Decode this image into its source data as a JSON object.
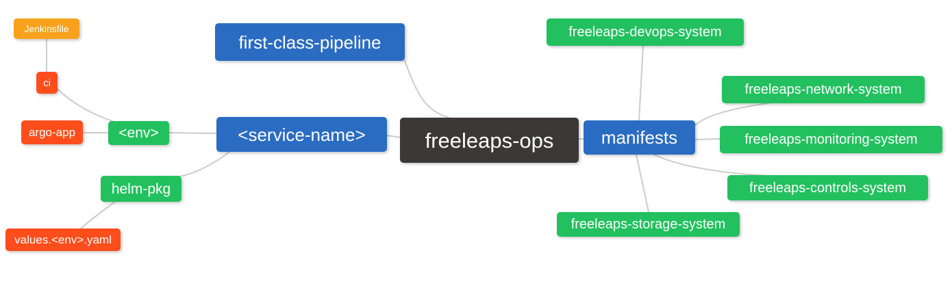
{
  "diagram": {
    "type": "mindmap",
    "title": "freeleaps-ops repository structure mind map",
    "colors": {
      "root_bg": "#3B3838",
      "branch_bg": "#2B6CC3",
      "leaf_green_bg": "#22C05E",
      "leaf_red_bg": "#FF4D1C",
      "leaf_orange_bg": "#F9A11C",
      "edge": "#CCCCCC",
      "text": "#FFFFFF",
      "background": "#FFFFFF"
    },
    "nodes": {
      "root": {
        "label": "freeleaps-ops",
        "color": "#3B3838"
      },
      "fcp": {
        "label": "first-class-pipeline",
        "color": "#2B6CC3"
      },
      "service": {
        "label": "<service-name>",
        "color": "#2B6CC3"
      },
      "manifests": {
        "label": "manifests",
        "color": "#2B6CC3"
      },
      "env": {
        "label": "<env>",
        "color": "#22C05E"
      },
      "helm_pkg": {
        "label": "helm-pkg",
        "color": "#22C05E"
      },
      "ci": {
        "label": "ci",
        "color": "#FF4D1C"
      },
      "argo_app": {
        "label": "argo-app",
        "color": "#FF4D1C"
      },
      "jenkinsfile": {
        "label": "Jenkinsfile",
        "color": "#F9A11C"
      },
      "values": {
        "label": "values.<env>.yaml",
        "color": "#FF4D1C"
      },
      "devops": {
        "label": "freeleaps-devops-system",
        "color": "#22C05E"
      },
      "network": {
        "label": "freeleaps-network-system",
        "color": "#22C05E"
      },
      "monitoring": {
        "label": "freeleaps-monitoring-system",
        "color": "#22C05E"
      },
      "controls": {
        "label": "freeleaps-controls-system",
        "color": "#22C05E"
      },
      "storage": {
        "label": "freeleaps-storage-system",
        "color": "#22C05E"
      }
    },
    "edges": [
      {
        "from": "freeleaps-ops",
        "to": "first-class-pipeline"
      },
      {
        "from": "freeleaps-ops",
        "to": "<service-name>"
      },
      {
        "from": "freeleaps-ops",
        "to": "manifests"
      },
      {
        "from": "<service-name>",
        "to": "<env>"
      },
      {
        "from": "<service-name>",
        "to": "helm-pkg"
      },
      {
        "from": "<env>",
        "to": "ci"
      },
      {
        "from": "<env>",
        "to": "argo-app"
      },
      {
        "from": "ci",
        "to": "Jenkinsfile"
      },
      {
        "from": "helm-pkg",
        "to": "values.<env>.yaml"
      },
      {
        "from": "manifests",
        "to": "freeleaps-devops-system"
      },
      {
        "from": "manifests",
        "to": "freeleaps-network-system"
      },
      {
        "from": "manifests",
        "to": "freeleaps-monitoring-system"
      },
      {
        "from": "manifests",
        "to": "freeleaps-controls-system"
      },
      {
        "from": "manifests",
        "to": "freeleaps-storage-system"
      }
    ]
  }
}
